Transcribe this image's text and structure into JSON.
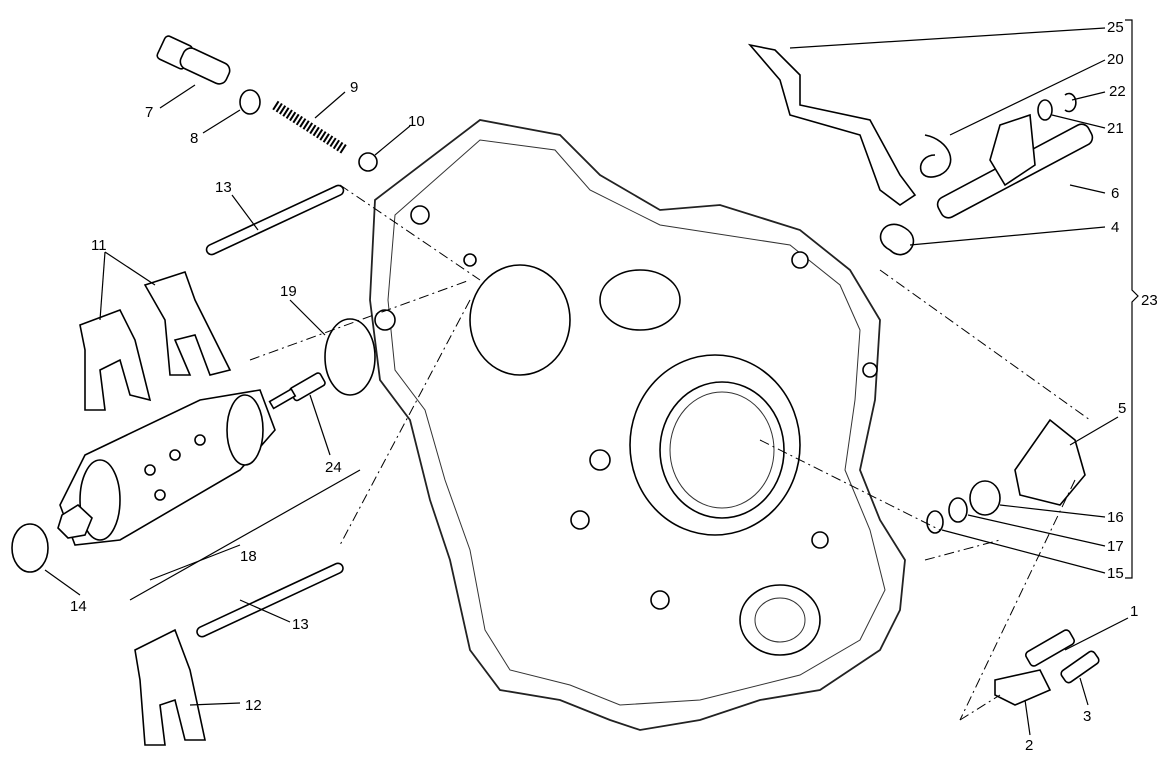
{
  "diagram": {
    "labels": {
      "p7": "7",
      "p8": "8",
      "p9": "9",
      "p10": "10",
      "p13a": "13",
      "p11": "11",
      "p19": "19",
      "p24": "24",
      "p18": "18",
      "p14": "14",
      "p13b": "13",
      "p12": "12",
      "p25": "25",
      "p20": "20",
      "p22": "22",
      "p21": "21",
      "p6": "6",
      "p4": "4",
      "p23": "23",
      "p5": "5",
      "p16": "16",
      "p17": "17",
      "p15": "15",
      "p1": "1",
      "p3": "3",
      "p2": "2"
    }
  }
}
